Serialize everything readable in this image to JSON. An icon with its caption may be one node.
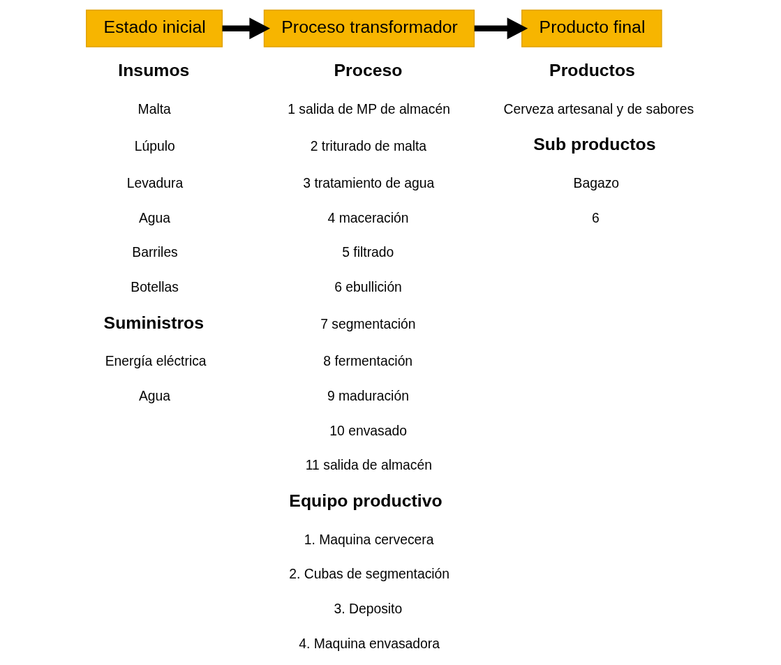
{
  "diagram": {
    "nodes": [
      {
        "text": [
          "Estado inicial"
        ]
      },
      {
        "text": [
          "Proceso transformador"
        ]
      },
      {
        "text": [
          "Producto final"
        ]
      }
    ],
    "edges": [
      {
        "from": 0,
        "to": 1,
        "arrow": "to"
      },
      {
        "from": 1,
        "to": 2,
        "arrow": "to"
      }
    ],
    "labels": [
      "Insumos",
      "Malta",
      "Lúpulo",
      "Levadura",
      "Agua",
      "Barriles",
      "Botellas",
      "Suministros",
      "Energía eléctrica",
      "Agua",
      "Proceso",
      "1 salida de MP de almacén",
      "2 triturado de malta",
      "3 tratamiento de agua",
      "4 maceración",
      "5 filtrado",
      "6 ebullición",
      "7 segmentación",
      "8 fermentación",
      "9 maduración",
      "10 envasado",
      "11 salida de almacén",
      "Equipo productivo",
      "1. Maquina cervecera",
      "2. Cubas de segmentación",
      "3. Deposito",
      "4. Maquina envasadora",
      "Productos",
      "Cerveza artesanal y de sabores",
      "Sub productos",
      "Bagazo",
      "6"
    ]
  }
}
